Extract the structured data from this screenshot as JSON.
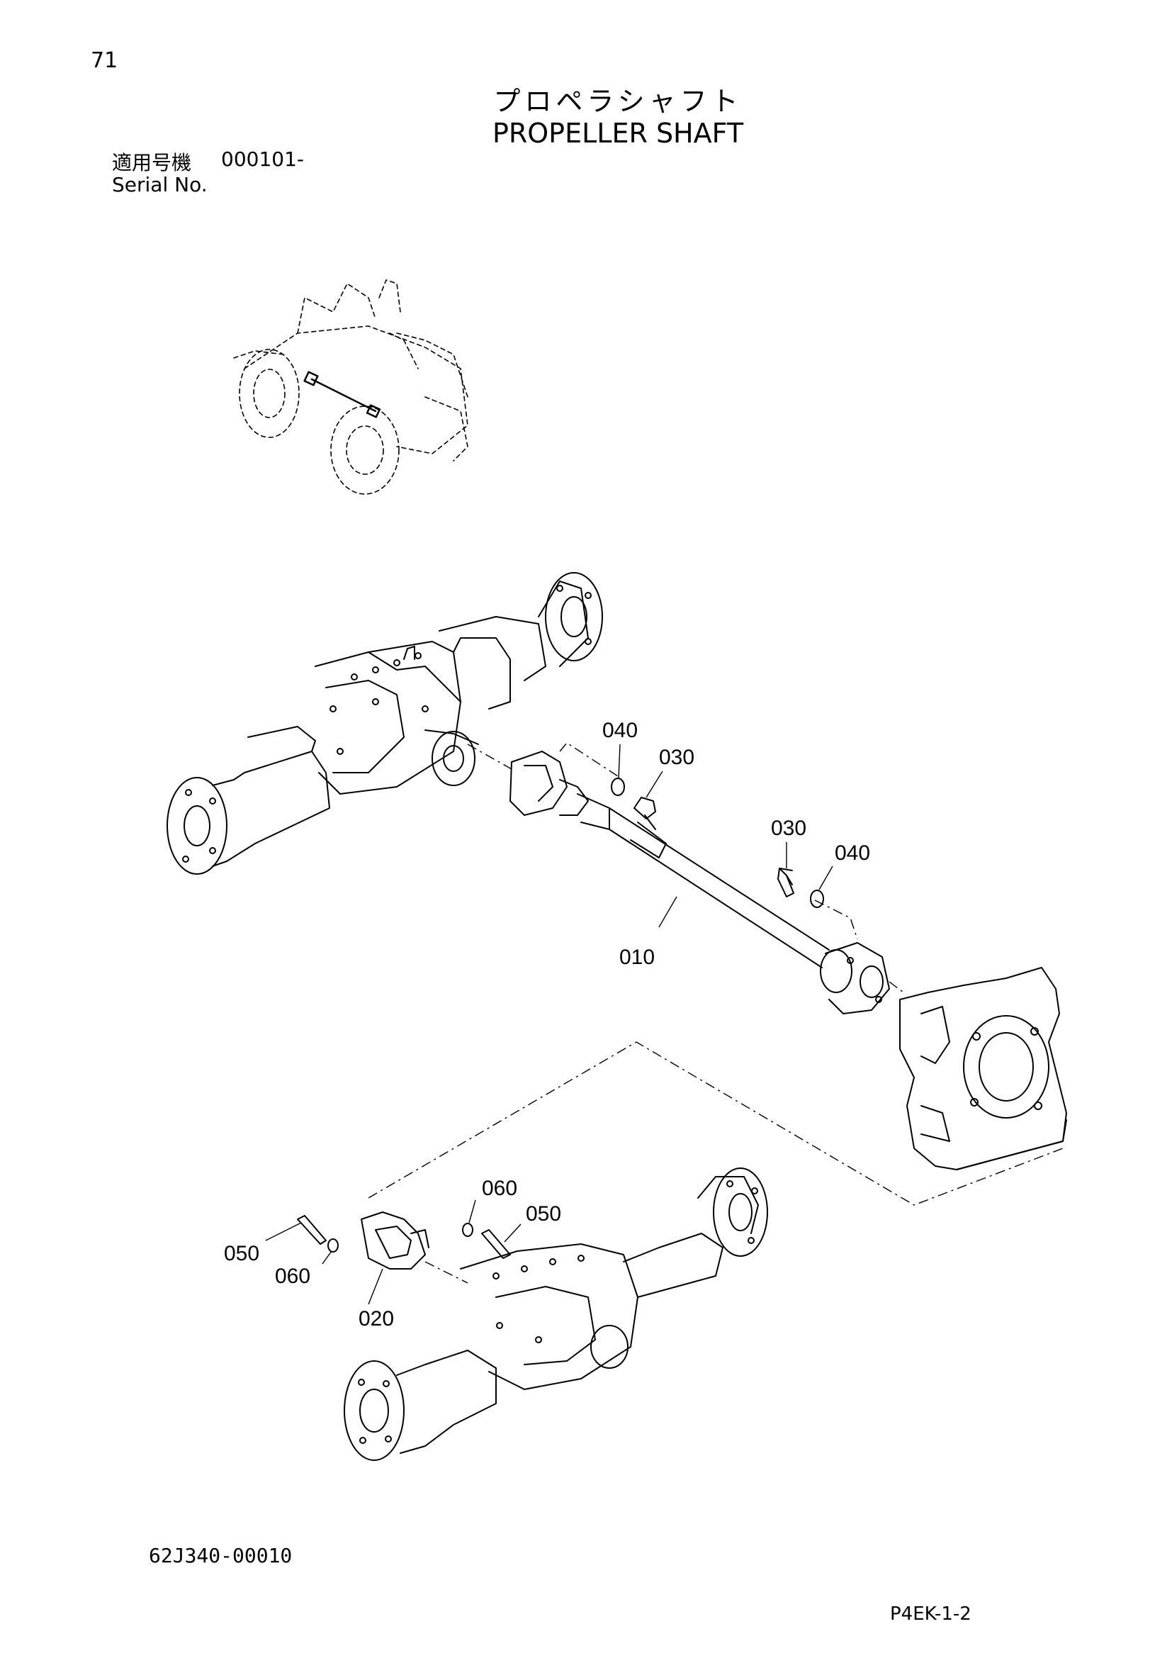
{
  "page": {
    "number": "71",
    "title_jp": "プロペラシャフト",
    "title_en": "PROPELLER SHAFT",
    "serial_label_jp": "適用号機",
    "serial_range": "000101-",
    "serial_label_en": "Serial No.",
    "drawing_number": "62J340-00010",
    "page_code": "P4EK-1-2"
  },
  "callouts": {
    "c040a": "040",
    "c030a": "030",
    "c030b": "030",
    "c040b": "040",
    "c010": "010",
    "c060a": "060",
    "c050a": "050",
    "c050b": "050",
    "c060b": "060",
    "c020": "020"
  }
}
